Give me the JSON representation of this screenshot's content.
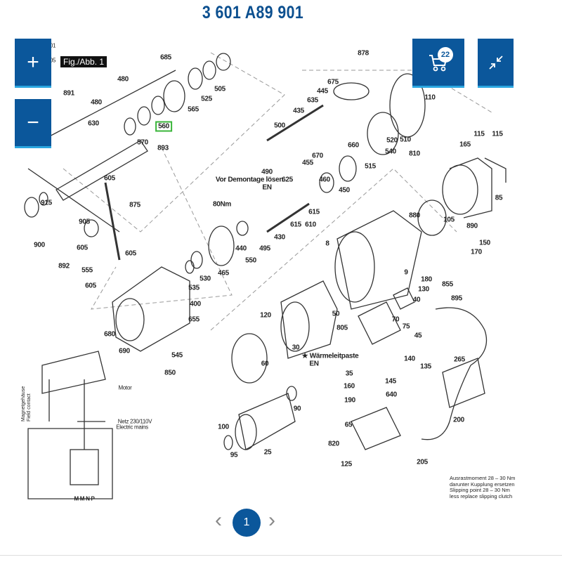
{
  "header": {
    "title": "3 601 A89 901"
  },
  "figure_label": "Fig./Abb. 1",
  "hidden_fragments": [
    "01",
    "05"
  ],
  "toolbar": {
    "zoom_in": "+",
    "zoom_out": "−",
    "cart_count": "22"
  },
  "part_labels": [
    "685",
    "480",
    "480",
    "891",
    "505",
    "525",
    "565",
    "630",
    "560",
    "570",
    "893",
    "878",
    "675",
    "445",
    "635",
    "435",
    "500",
    "110",
    "520",
    "510",
    "540",
    "810",
    "115",
    "115",
    "165",
    "660",
    "670",
    "455",
    "515",
    "490",
    "Vor Demontage lösen",
    "EN",
    "625",
    "460",
    "450",
    "605",
    "875",
    "915",
    "900",
    "80Nm",
    "615",
    "615",
    "610",
    "905",
    "605",
    "605",
    "892",
    "555",
    "605",
    "440",
    "430",
    "495",
    "550",
    "465",
    "8",
    "880",
    "105",
    "890",
    "150",
    "170",
    "85",
    "535",
    "530",
    "400",
    "9",
    "180",
    "130",
    "855",
    "40",
    "120",
    "655",
    "680",
    "690",
    "545",
    "850",
    "50",
    "805",
    "70",
    "75",
    "45",
    "895",
    "30",
    "60",
    "★ Wärmeleitpaste",
    "EN",
    "140",
    "135",
    "265",
    "35",
    "145",
    "160",
    "640",
    "190",
    "65",
    "820",
    "125",
    "205",
    "200",
    "100",
    "95",
    "25",
    "90"
  ],
  "wiring": {
    "motor": "Motor",
    "mains_de": "Netz 230/110V",
    "mains_en": "Electric mains",
    "field": "Magnetgehäuse",
    "field_en": "Field contact",
    "terminals": "M M N P"
  },
  "note": [
    "Ausrastmoment 28 – 30 Nm",
    "darunter Kupplung ersetzen",
    "Slipping point 28 – 30 Nm",
    "less replace slipping clutch"
  ],
  "pagination": {
    "current": "1",
    "prev": "‹",
    "next": "›"
  },
  "colors": {
    "brand": "#0b579b",
    "title": "#0b4f8f",
    "highlight": "#3ab53a"
  }
}
